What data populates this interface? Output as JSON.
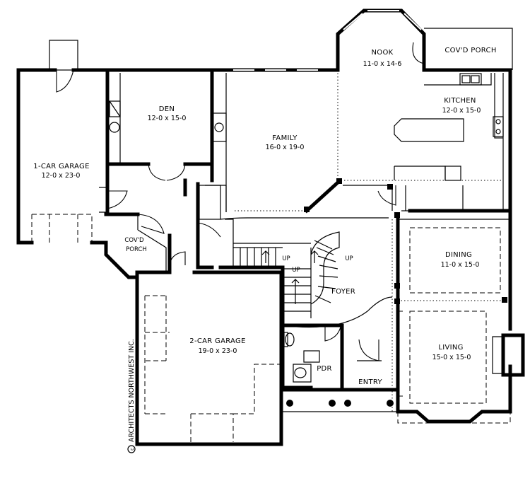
{
  "rooms": {
    "nook": {
      "name": "NOOK",
      "dims": "11-0 x 14-6"
    },
    "covd_porch_rear": {
      "name": "COV'D PORCH"
    },
    "kitchen": {
      "name": "KITCHEN",
      "dims": "12-0 x 15-0"
    },
    "den": {
      "name": "DEN",
      "dims": "12-0 x 15-0"
    },
    "family": {
      "name": "FAMILY",
      "dims": "16-0 x 19-0"
    },
    "garage_1car": {
      "name": "1-CAR GARAGE",
      "dims": "12-0 x 23-0"
    },
    "covd_porch_side": {
      "line1": "COV'D",
      "line2": "PORCH"
    },
    "dining": {
      "name": "DINING",
      "dims": "11-0 x 15-0"
    },
    "foyer": {
      "name": "FOYER"
    },
    "garage_2car": {
      "name": "2-CAR GARAGE",
      "dims": "19-0 x 23-0"
    },
    "living": {
      "name": "LIVING",
      "dims": "15-0 x 15-0"
    },
    "pdr": {
      "name": "PDR"
    },
    "entry": {
      "name": "ENTRY"
    }
  },
  "stairs": {
    "up_labels": [
      "UP",
      "UP",
      "UP"
    ]
  },
  "copyright": {
    "symbol": "c",
    "text": "ARCHITECTS NORTHWEST INC."
  }
}
